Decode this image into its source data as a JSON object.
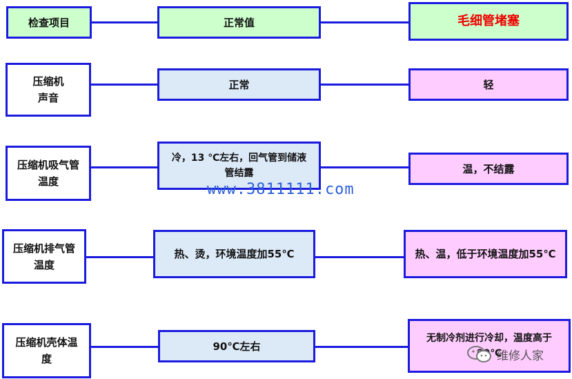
{
  "rows": [
    {
      "item": "检查项目",
      "normal": "正常值",
      "fault": "毛细管堵塞"
    },
    {
      "item": "压缩机\n声音",
      "normal": "正常",
      "fault": "轻"
    },
    {
      "item": "压缩机吸气管\n温度",
      "normal": "冷，13 ℃左右，回气管到储液\n管结露",
      "fault": "温，不结露"
    },
    {
      "item": "压缩机排气管\n温度",
      "normal": "热、烫，环境温度加55℃",
      "fault": "热、温，低于环境温度加55℃"
    },
    {
      "item": "压缩机壳体温\n度",
      "normal": "90℃左右",
      "fault": "无制冷剂进行冷却，温度高于\n90℃"
    }
  ],
  "watermark": "www.3811111.com",
  "brand": "维修人家",
  "colors": {
    "border": "#1a1adf",
    "header_fill": "#ccffcc",
    "normal_fill": "#dce9f7",
    "fault_fill": "#ffccff",
    "highlight_text": "#ee0000"
  }
}
